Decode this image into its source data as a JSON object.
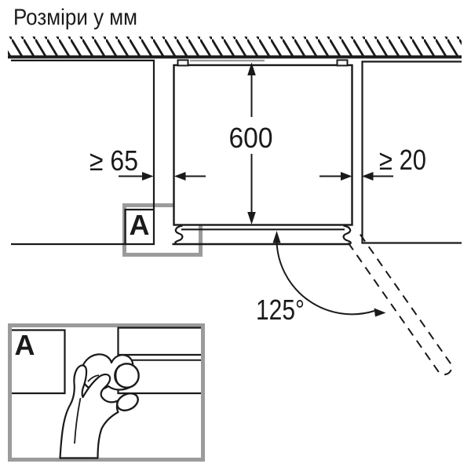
{
  "title": "Розміри у мм",
  "diagram": {
    "type": "appliance-installation-top-view",
    "depth_label": "600",
    "left_clearance_label": "≥ 65",
    "right_clearance_label": "≥ 20",
    "door_angle_label": "125°",
    "detail_marker": "A"
  },
  "inset": {
    "label": "A"
  },
  "colors": {
    "line": "#1a1a1a",
    "callout_gray": "#9b9b9b",
    "wall_line_gray": "#9b9b9b",
    "background": "#ffffff"
  }
}
